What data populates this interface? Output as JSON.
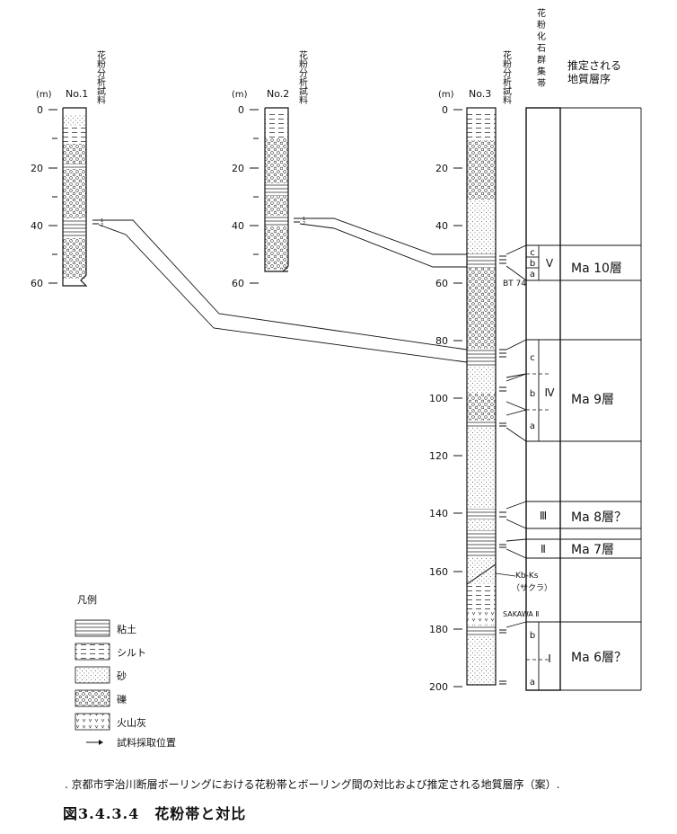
{
  "columns": [
    {
      "name": "No.1",
      "sample_label": "花粉分析試料",
      "unit": "(m)",
      "ticks": [
        "0",
        "20",
        "40",
        "60"
      ],
      "sample_marks": [
        "1",
        "2"
      ]
    },
    {
      "name": "No.2",
      "sample_label": "花粉分析試料",
      "unit": "(m)",
      "ticks": [
        "0",
        "20",
        "40",
        "60"
      ],
      "sample_marks": [
        "1",
        "2"
      ]
    },
    {
      "name": "No.3",
      "sample_label": "花粉分析試料",
      "unit": "(m)",
      "ticks": [
        "0",
        "20",
        "40",
        "60",
        "80",
        "100",
        "120",
        "140",
        "160",
        "180",
        "200"
      ]
    }
  ],
  "markers": {
    "bt74": "BT 74",
    "kbks": "Kb-Ks",
    "sakura": "（サクラ）",
    "sakawa": "SAKAWA Ⅱ"
  },
  "zone_header": "花粉化石群集帯",
  "strat_header_line1": "推定される",
  "strat_header_line2": "地質層序",
  "zones": [
    {
      "roman": "V",
      "subs": [
        "c",
        "b",
        "a"
      ],
      "layer": "Ma 10層"
    },
    {
      "roman": "Ⅳ",
      "subs": [
        "c",
        "b",
        "a"
      ],
      "layer": "Ma 9層"
    },
    {
      "roman": "Ⅲ",
      "subs": [],
      "layer": "Ma 8層？"
    },
    {
      "roman": "Ⅱ",
      "subs": [],
      "layer": "Ma 7層"
    },
    {
      "roman": "I",
      "subs": [
        "b",
        "a"
      ],
      "layer": "Ma 6層？"
    }
  ],
  "legend": {
    "title": "凡例",
    "items": [
      {
        "pattern": "clay",
        "label": "粘土"
      },
      {
        "pattern": "silt",
        "label": "シルト"
      },
      {
        "pattern": "sand",
        "label": "砂"
      },
      {
        "pattern": "gravel",
        "label": "礫"
      },
      {
        "pattern": "ash",
        "label": "火山灰"
      },
      {
        "pattern": "arrow",
        "label": "試料採取位置"
      }
    ]
  },
  "caption": ". 京都市宇治川断層ボーリングにおける花粉帯とボーリング間の対比および推定される地質層序（案）.",
  "figure_title": "図3.4.3.4　花粉帯と対比"
}
